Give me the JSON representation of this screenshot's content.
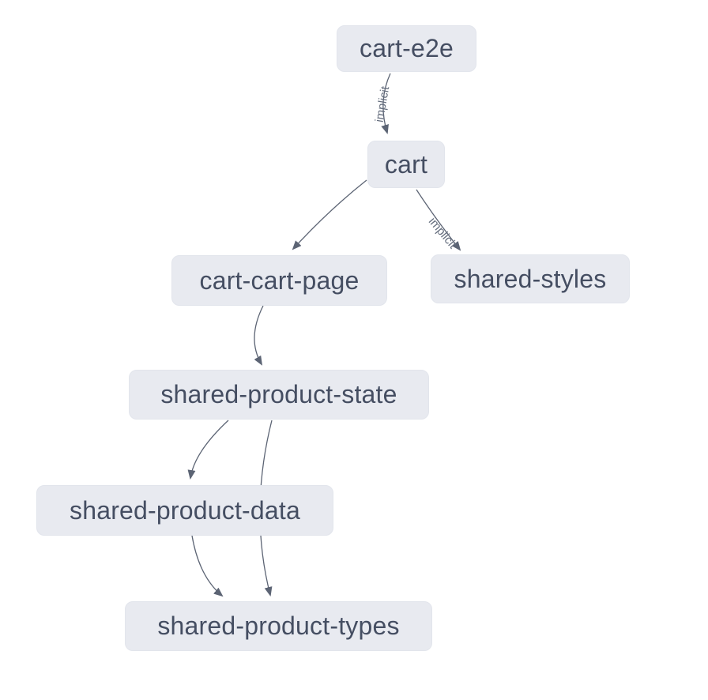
{
  "graph": {
    "type": "dependency-graph",
    "nodes": [
      {
        "id": "cart-e2e",
        "label": "cart-e2e"
      },
      {
        "id": "cart",
        "label": "cart"
      },
      {
        "id": "cart-cart-page",
        "label": "cart-cart-page"
      },
      {
        "id": "shared-styles",
        "label": "shared-styles"
      },
      {
        "id": "shared-product-state",
        "label": "shared-product-state"
      },
      {
        "id": "shared-product-data",
        "label": "shared-product-data"
      },
      {
        "id": "shared-product-types",
        "label": "shared-product-types"
      }
    ],
    "edges": [
      {
        "source": "cart-e2e",
        "target": "cart",
        "label": "implicit"
      },
      {
        "source": "cart",
        "target": "cart-cart-page",
        "label": ""
      },
      {
        "source": "cart",
        "target": "shared-styles",
        "label": "implicit"
      },
      {
        "source": "cart-cart-page",
        "target": "shared-product-state",
        "label": ""
      },
      {
        "source": "shared-product-state",
        "target": "shared-product-data",
        "label": ""
      },
      {
        "source": "shared-product-state",
        "target": "shared-product-types",
        "label": ""
      },
      {
        "source": "shared-product-data",
        "target": "shared-product-types",
        "label": ""
      }
    ],
    "colors": {
      "node_fill": "#e8eaf0",
      "node_text": "#454e62",
      "edge_stroke": "#5c6474",
      "edge_label_text": "#646d7d",
      "background": "#ffffff"
    }
  }
}
